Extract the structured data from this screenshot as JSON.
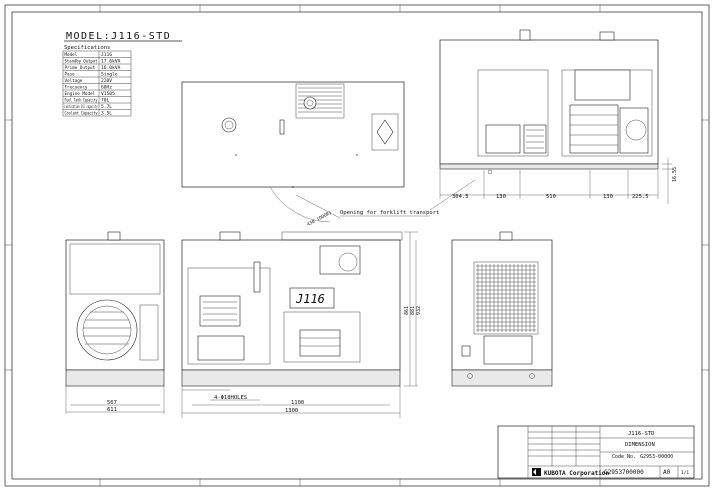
{
  "title": "MODEL:J116-STD",
  "specs": {
    "header": "Specifications",
    "rows": [
      {
        "label": "Model",
        "value": "J116"
      },
      {
        "label": "Standby Output",
        "value": "17.6kVA"
      },
      {
        "label": "Prime Output",
        "value": "16.0kVA"
      },
      {
        "label": "Pase",
        "value": "Single"
      },
      {
        "label": "Voltage",
        "value": "220V"
      },
      {
        "label": "Frecuency",
        "value": "60Hz"
      },
      {
        "label": "Engine Model",
        "value": "V1505"
      },
      {
        "label": "Fuel Tank Capacity",
        "value": "70L"
      },
      {
        "label": "Lubrication Oil capacity",
        "value": "5.7L"
      },
      {
        "label": "Coolant Capacity",
        "value": "3.5L"
      }
    ]
  },
  "brand_plate": "J116",
  "dimensions": {
    "top_right": [
      "304.5",
      "130",
      "510",
      "130",
      "225.5"
    ],
    "height_small": "16.55",
    "forklift_note": "Opening for forklift transport",
    "tilt": "430 (DOOR)",
    "side_bottom_inner": "567",
    "side_bottom_outer": "611",
    "front_holes": "4-Φ18HOLES",
    "front_inner": "1100",
    "front_outer": "1300",
    "height_a": "861",
    "height_b": "881",
    "height_c": "932"
  },
  "title_block": {
    "product": "J116-STD",
    "drawing_title": "DIMENSION",
    "code_label": "Code No.",
    "code": "G2953-00000",
    "doc_no": "G2953700000",
    "doc_rev": "A0",
    "company": "KUBOTA Corporation",
    "sheet": "1/1"
  },
  "colors": {
    "line": "#222222",
    "paper": "#ffffff"
  }
}
